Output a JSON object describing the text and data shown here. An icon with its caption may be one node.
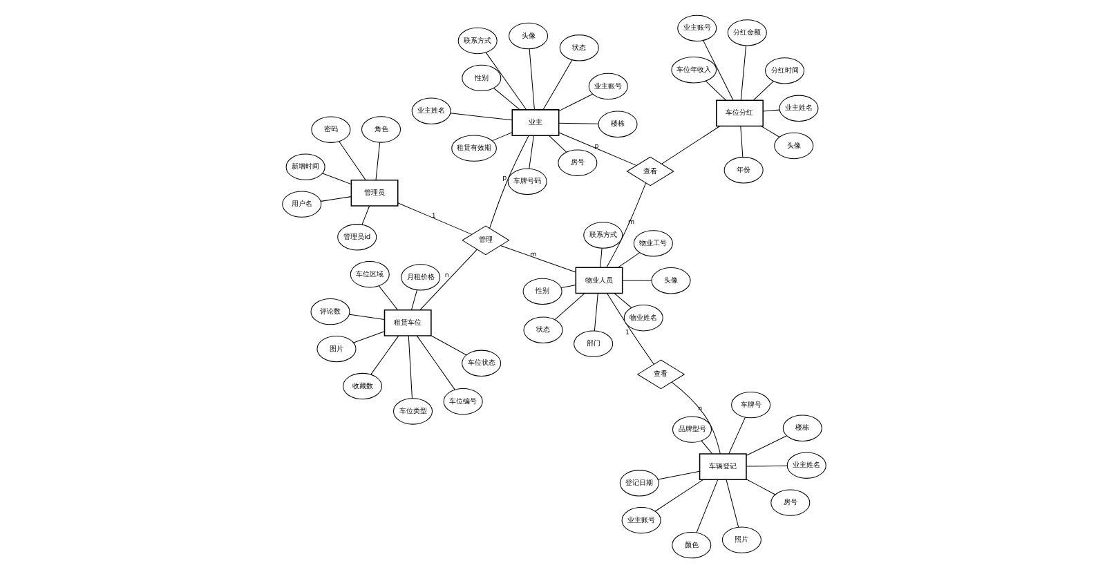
{
  "diagram": {
    "nodes": [
      {
        "text": [
          "租赁车位"
        ]
      },
      {
        "text": [
          "车位状态"
        ]
      },
      {
        "text": [
          "车位类型"
        ]
      },
      {
        "text": [
          "车位区域"
        ]
      },
      {
        "text": [
          "月租价格"
        ]
      },
      {
        "text": [
          "评论数"
        ]
      },
      {
        "text": [
          "图片"
        ]
      },
      {
        "text": [
          "车位编号"
        ]
      },
      {
        "text": [
          "收藏数"
        ]
      },
      {
        "text": [
          "车辆登记"
        ]
      },
      {
        "text": [
          "颜色"
        ]
      },
      {
        "text": [
          "业主账号"
        ]
      },
      {
        "text": [
          "业主姓名"
        ]
      },
      {
        "text": [
          "楼栋"
        ]
      },
      {
        "text": [
          "车牌号"
        ]
      },
      {
        "text": [
          "照片"
        ]
      },
      {
        "text": [
          "房号"
        ]
      },
      {
        "text": [
          "品牌型号"
        ]
      },
      {
        "text": [
          "登记日期"
        ]
      },
      {
        "text": [
          "管理员"
        ]
      },
      {
        "text": [
          "管理员id"
        ]
      },
      {
        "text": [
          "用户名"
        ]
      },
      {
        "text": [
          "密码"
        ]
      },
      {
        "text": [
          "角色"
        ]
      },
      {
        "text": [
          "新增时间"
        ]
      },
      {
        "text": [
          "物业人员"
        ]
      },
      {
        "text": [
          "头像"
        ]
      },
      {
        "text": [
          "性别"
        ]
      },
      {
        "text": [
          "部门"
        ]
      },
      {
        "text": [
          "物业姓名"
        ]
      },
      {
        "text": [
          "联系方式"
        ]
      },
      {
        "text": [
          "物业工号"
        ]
      },
      {
        "text": [
          "状态"
        ]
      },
      {
        "text": [
          "管理"
        ]
      },
      {
        "text": [
          "查看"
        ]
      },
      {
        "text": [
          "业主"
        ]
      },
      {
        "text": [
          "业主账号"
        ]
      },
      {
        "text": [
          "状态"
        ]
      },
      {
        "text": [
          "业主姓名"
        ]
      },
      {
        "text": [
          "租赁有效期"
        ]
      },
      {
        "text": [
          "头像"
        ]
      },
      {
        "text": [
          "联系方式"
        ]
      },
      {
        "text": [
          "性别"
        ]
      },
      {
        "text": [
          "楼栋"
        ]
      },
      {
        "text": [
          "房号"
        ]
      },
      {
        "text": [
          "车牌号码"
        ]
      },
      {
        "text": [
          "查看"
        ]
      },
      {
        "text": [
          "车位分红"
        ]
      },
      {
        "text": [
          "头像"
        ]
      },
      {
        "text": [
          "年份"
        ]
      },
      {
        "text": [
          "车位年收入"
        ]
      },
      {
        "text": [
          "业主姓名"
        ]
      },
      {
        "text": [
          "分红金额"
        ]
      },
      {
        "text": [
          "业主账号"
        ]
      },
      {
        "text": [
          "分红时间"
        ]
      }
    ],
    "edges": [
      {
        "from": 0,
        "to": 1,
        "arrow": "none"
      },
      {
        "from": 0,
        "to": 2,
        "arrow": "none"
      },
      {
        "from": 0,
        "to": 3,
        "arrow": "none"
      },
      {
        "from": 0,
        "to": 4,
        "arrow": "none"
      },
      {
        "from": 0,
        "to": 5,
        "arrow": "none"
      },
      {
        "from": 0,
        "to": 6,
        "arrow": "none"
      },
      {
        "from": 0,
        "to": 7,
        "arrow": "none"
      },
      {
        "from": 0,
        "to": 8,
        "arrow": "none"
      },
      {
        "from": 9,
        "to": 10,
        "arrow": "none"
      },
      {
        "from": 9,
        "to": 11,
        "arrow": "none"
      },
      {
        "from": 9,
        "to": 12,
        "arrow": "none"
      },
      {
        "from": 9,
        "to": 13,
        "arrow": "none"
      },
      {
        "from": 9,
        "to": 14,
        "arrow": "none"
      },
      {
        "from": 9,
        "to": 15,
        "arrow": "none"
      },
      {
        "from": 9,
        "to": 16,
        "arrow": "none"
      },
      {
        "from": 9,
        "to": 17,
        "arrow": "none"
      },
      {
        "from": 9,
        "to": 18,
        "arrow": "none"
      },
      {
        "from": 19,
        "to": 20,
        "arrow": "none"
      },
      {
        "from": 19,
        "to": 21,
        "arrow": "none"
      },
      {
        "from": 19,
        "to": 22,
        "arrow": "none"
      },
      {
        "from": 19,
        "to": 23,
        "arrow": "none"
      },
      {
        "from": 19,
        "to": 24,
        "arrow": "none"
      },
      {
        "from": 25,
        "to": 26,
        "arrow": "none"
      },
      {
        "from": 25,
        "to": 27,
        "arrow": "none"
      },
      {
        "from": 25,
        "to": 28,
        "arrow": "none"
      },
      {
        "from": 25,
        "to": 29,
        "arrow": "none"
      },
      {
        "from": 25,
        "to": 30,
        "arrow": "none"
      },
      {
        "from": 25,
        "to": 31,
        "arrow": "none"
      },
      {
        "from": 25,
        "to": 32,
        "arrow": "none"
      },
      {
        "from": 19,
        "to": 33,
        "arrow": "none",
        "label": "1"
      },
      {
        "from": 33,
        "to": 0,
        "arrow": "none",
        "label": "n"
      },
      {
        "from": 33,
        "to": 25,
        "arrow": "none",
        "label": "m"
      },
      {
        "from": 33,
        "to": 35,
        "arrow": "none",
        "label": "p"
      },
      {
        "from": 25,
        "to": 34,
        "arrow": "none",
        "label": "1"
      },
      {
        "from": 34,
        "to": 9,
        "arrow": "none",
        "label": "n"
      },
      {
        "from": 35,
        "to": 36,
        "arrow": "none"
      },
      {
        "from": 35,
        "to": 37,
        "arrow": "none"
      },
      {
        "from": 35,
        "to": 38,
        "arrow": "none"
      },
      {
        "from": 35,
        "to": 39,
        "arrow": "none"
      },
      {
        "from": 35,
        "to": 40,
        "arrow": "none"
      },
      {
        "from": 35,
        "to": 41,
        "arrow": "none"
      },
      {
        "from": 35,
        "to": 42,
        "arrow": "none"
      },
      {
        "from": 35,
        "to": 43,
        "arrow": "none"
      },
      {
        "from": 35,
        "to": 44,
        "arrow": "none"
      },
      {
        "from": 35,
        "to": 45,
        "arrow": "none"
      },
      {
        "from": 25,
        "to": 46,
        "arrow": "none",
        "label": "m"
      },
      {
        "from": 35,
        "to": 46,
        "arrow": "none",
        "label": "p"
      },
      {
        "from": 46,
        "to": 47,
        "arrow": "none"
      },
      {
        "from": 47,
        "to": 48,
        "arrow": "none"
      },
      {
        "from": 47,
        "to": 49,
        "arrow": "none"
      },
      {
        "from": 47,
        "to": 50,
        "arrow": "none"
      },
      {
        "from": 47,
        "to": 51,
        "arrow": "none"
      },
      {
        "from": 47,
        "to": 52,
        "arrow": "none"
      },
      {
        "from": 47,
        "to": 53,
        "arrow": "none"
      },
      {
        "from": 47,
        "to": 54,
        "arrow": "none"
      }
    ]
  }
}
